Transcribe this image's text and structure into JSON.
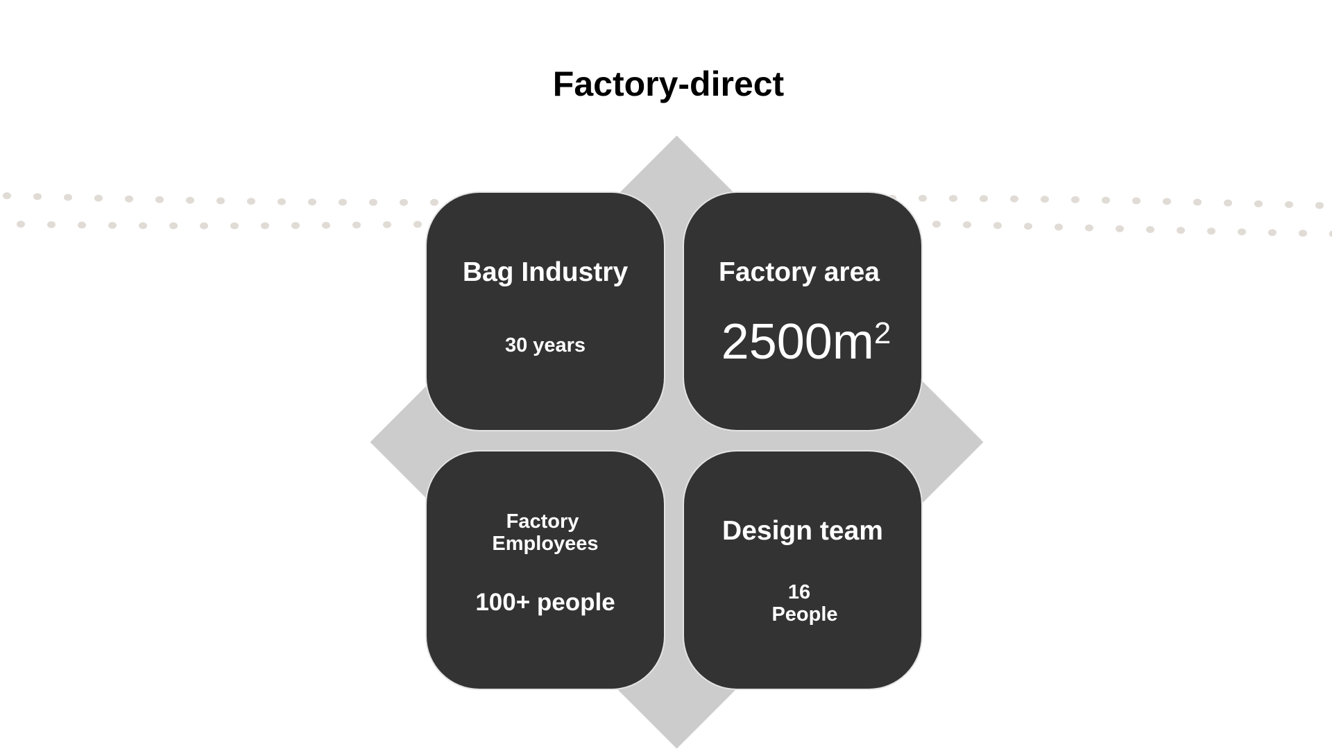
{
  "title": "Factory-direct",
  "colors": {
    "card": "#333333",
    "diamond": "#cccccc",
    "dots": "#e0dbd5"
  },
  "cards": [
    {
      "heading": "Bag Industry",
      "value": "30 years"
    },
    {
      "heading": "Factory area",
      "value": "2500m",
      "value_sup": "2"
    },
    {
      "heading_line1": "Factory",
      "heading_line2": "Employees",
      "value": "100+ people"
    },
    {
      "heading": "Design team",
      "value_line1": "16",
      "value_line2": "People"
    }
  ]
}
